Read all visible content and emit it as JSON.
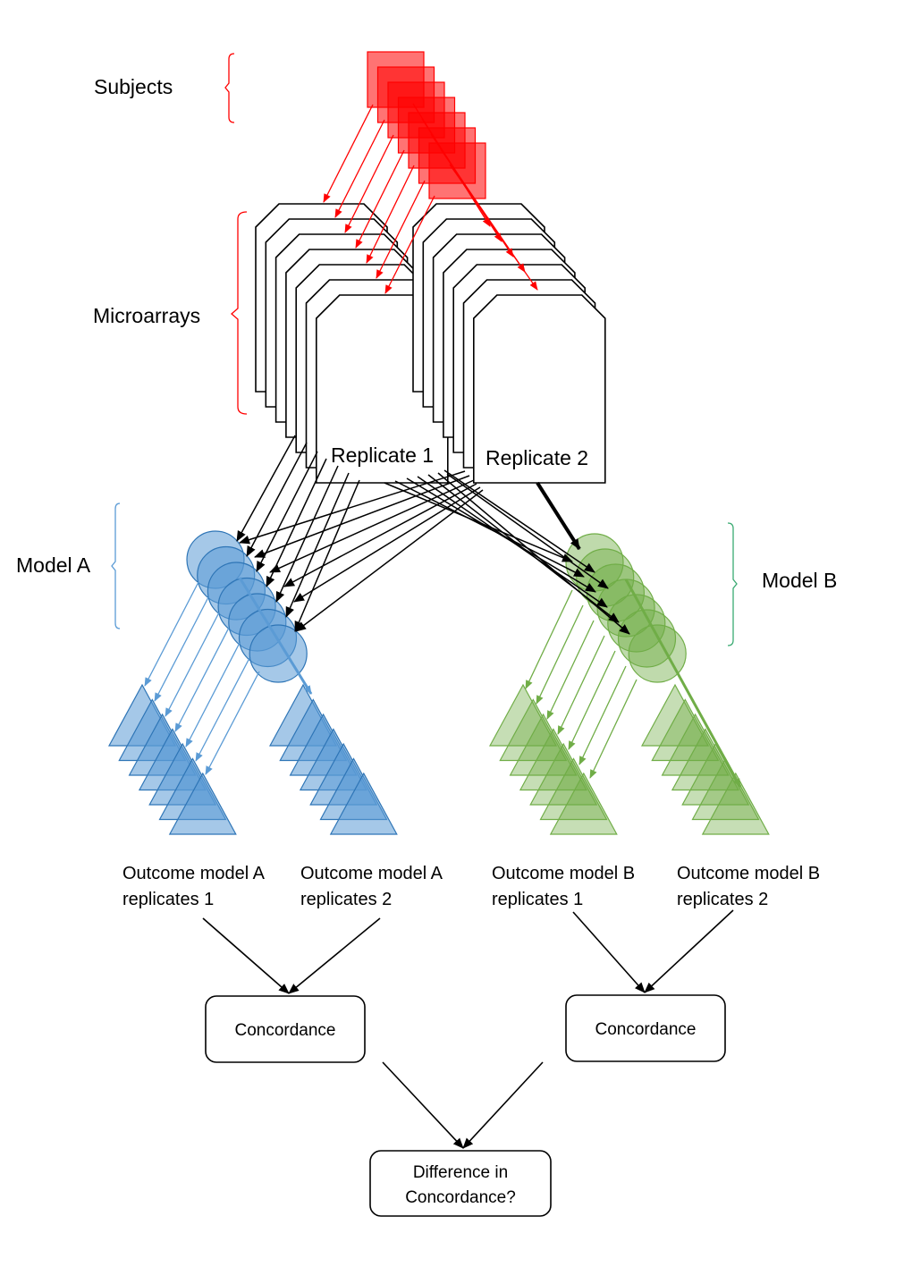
{
  "labels": {
    "subjects": "Subjects",
    "microarrays": "Microarrays",
    "model_a": "Model A",
    "model_b": "Model B",
    "replicate_1": "Replicate 1",
    "replicate_2": "Replicate 2"
  },
  "outcomes": {
    "a1_line1": "Outcome model A",
    "a1_line2": "replicates 1",
    "a2_line1": "Outcome model A",
    "a2_line2": "replicates 2",
    "b1_line1": "Outcome model B",
    "b1_line2": "replicates 1",
    "b2_line1": "Outcome model B",
    "b2_line2": "replicates 2"
  },
  "boxes": {
    "concordance_a": "Concordance",
    "concordance_b": "Concordance",
    "difference_line1": "Difference in",
    "difference_line2": "Concordance?"
  },
  "colors": {
    "subjects": "#ff0000",
    "model_a": "#5b9bd5",
    "model_b": "#70ad47",
    "arrows": "#000000"
  }
}
